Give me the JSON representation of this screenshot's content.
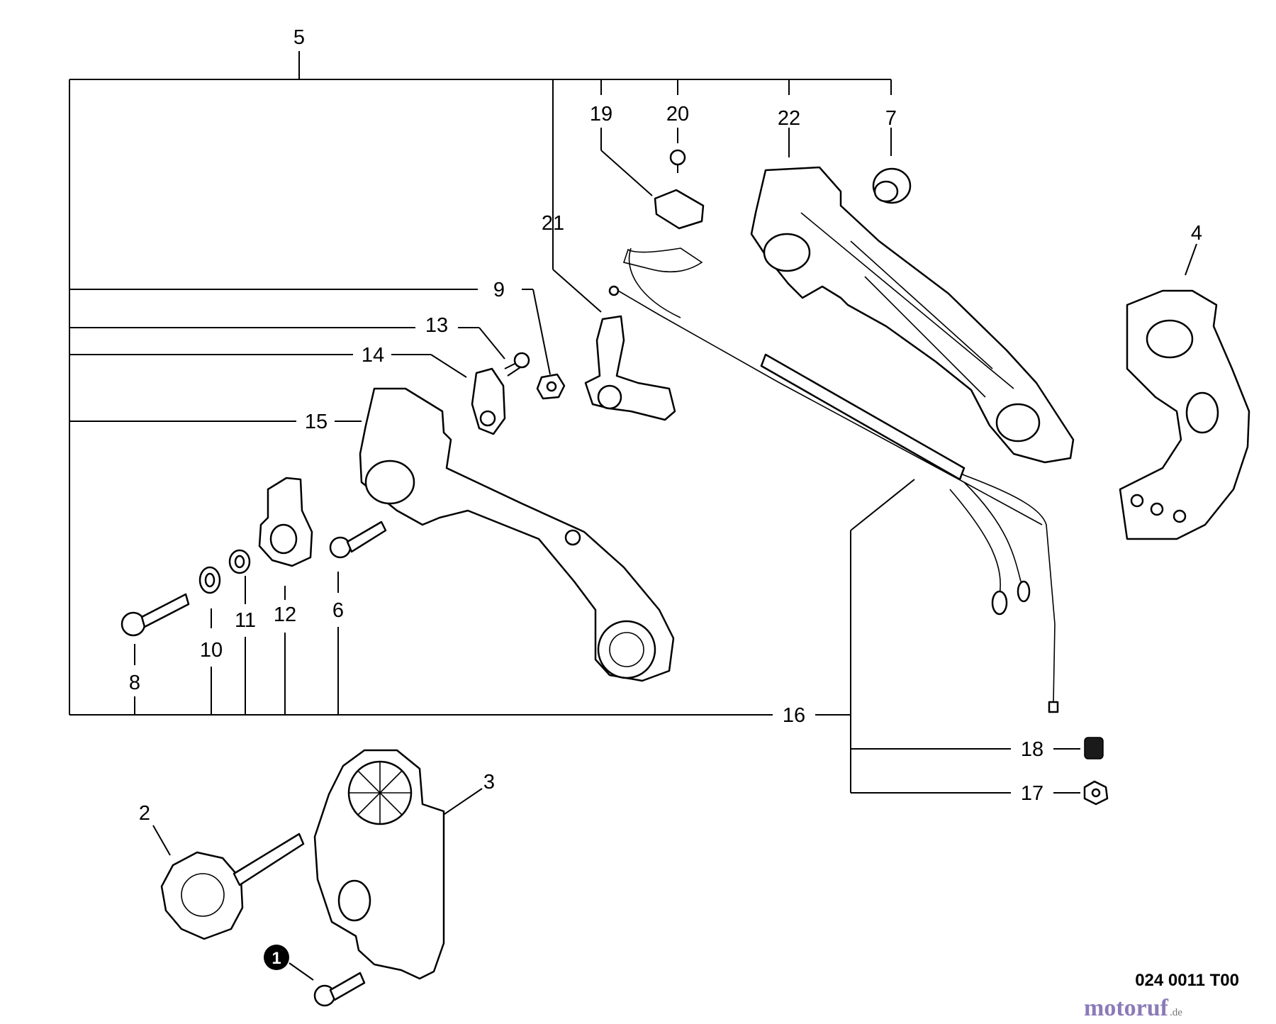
{
  "callouts": [
    "5",
    "19",
    "20",
    "22",
    "7",
    "21",
    "4",
    "9",
    "13",
    "14",
    "15",
    "12",
    "11",
    "10",
    "6",
    "8",
    "16",
    "18",
    "17",
    "3",
    "2"
  ],
  "circled_callout": "1",
  "drawing_code": "024 0011 T00",
  "watermark": {
    "brand": "motoruf",
    "tld": ".de",
    "brand_color": "#8a7bb8",
    "accent_color": "#d9a23b"
  }
}
